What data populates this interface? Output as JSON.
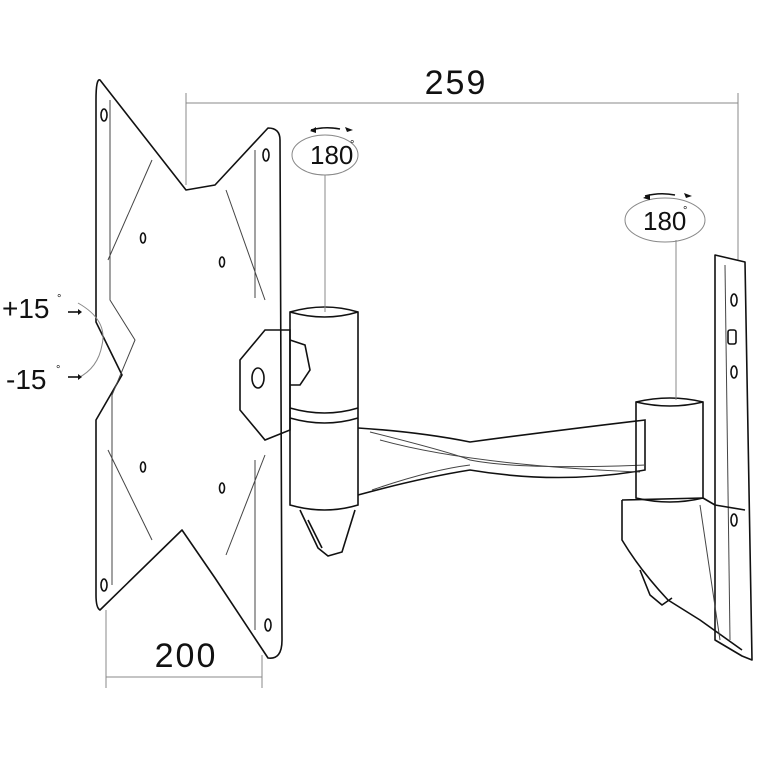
{
  "dimensions": {
    "overall_width": "259",
    "vesa_pattern": "200"
  },
  "swivel": {
    "arm_joint": {
      "value": "180",
      "unit": "°"
    },
    "wall_joint": {
      "value": "180",
      "unit": "°"
    }
  },
  "tilt": {
    "up": {
      "value": "+15",
      "unit": "°"
    },
    "down": {
      "value": "-15",
      "unit": "°"
    }
  },
  "colors": {
    "line": "#111111",
    "dimension_line": "#888888",
    "background": "#ffffff"
  }
}
